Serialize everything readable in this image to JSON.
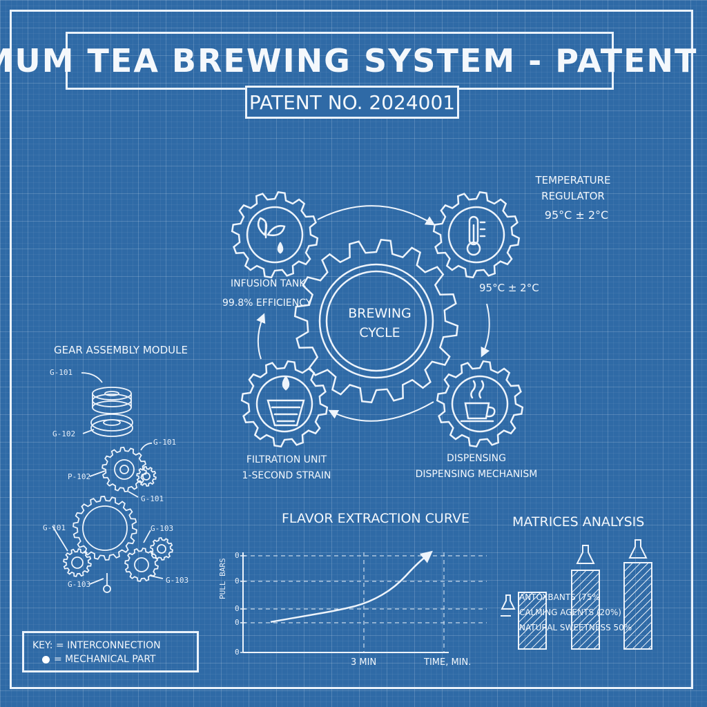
{
  "header": {
    "title": "MUM TEA BREWING SYSTEM - PATENT",
    "patent_number": "PATENT NO. 2024001"
  },
  "temperature_regulator": {
    "label_line1": "TEMPERATURE",
    "label_line2": "REGULATOR",
    "value": "95°C ± 2°C"
  },
  "cycle": {
    "center_line1": "BREWING",
    "center_line2": "CYCLE",
    "infusion": {
      "label": "INFUSION TANK",
      "detail": "99.8% EFFICIENCY",
      "icon": "leaf-drop-icon"
    },
    "heater": {
      "detail": "95°C ± 2°C",
      "icon": "thermometer-icon"
    },
    "filtration": {
      "label": "FILTRATION UNIT",
      "detail": "1-SECOND STRAIN",
      "icon": "filter-drop-icon"
    },
    "dispensing": {
      "label": "DISPENSING",
      "detail": "DISPENSING MECHANISM",
      "icon": "cup-icon"
    }
  },
  "gear_module": {
    "title": "GEAR ASSEMBLY MODULE",
    "callouts": [
      "G-101",
      "G-102",
      "G-101",
      "P-102",
      "G-101",
      "G-103",
      "G-101",
      "G-103",
      "G-103"
    ]
  },
  "flavor_chart": {
    "title": "FLAVOR EXTRACTION CURVE",
    "ylabel": "PULL BARS",
    "x_tick": "3 MIN",
    "x_label": "TIME, MIN.",
    "y_ticks": [
      "0",
      "0",
      "0",
      "0",
      "0"
    ]
  },
  "matrices": {
    "title": "MATRICES ANALYSIS",
    "items": [
      "ANTOXBANTS (75%",
      "CALMING AGENTS (20%)",
      "NATURAL SWEETNESS 50%"
    ]
  },
  "chart_data": {
    "type": "line",
    "title": "FLAVOR EXTRACTION CURVE",
    "xlabel": "TIME, MIN.",
    "ylabel": "PULL BARS",
    "x_ticks": [
      "3 MIN"
    ],
    "y_ticks": [
      "0",
      "0",
      "0",
      "0",
      "0"
    ],
    "series": [
      {
        "points": [
          [
            0.0,
            0.1
          ],
          [
            0.2,
            0.18
          ],
          [
            0.4,
            0.26
          ],
          [
            0.55,
            0.35
          ],
          [
            0.7,
            0.55
          ],
          [
            0.82,
            0.85
          ],
          [
            0.9,
            1.0
          ]
        ]
      }
    ],
    "grid": "dashed horizontal"
  },
  "key": {
    "line1": "KEY: = INTERCONNECTION",
    "line2": "= MECHANICAL PART"
  },
  "colors": {
    "background": "#2f6aa6",
    "ink": "#eef4fb"
  }
}
